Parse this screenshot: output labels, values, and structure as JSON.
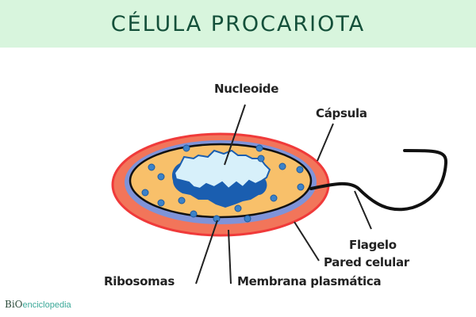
{
  "header": {
    "title": "CÉLULA PROCARIOTA",
    "background": "#d8f5dd",
    "color": "#14503a"
  },
  "diagram": {
    "labels": {
      "nucleoide": "Nucleoide",
      "capsula": "Cápsula",
      "flagelo": "Flagelo",
      "pared_celular": "Pared celular",
      "ribosomas": "Ribosomas",
      "membrana_plasmatica": "Membrana plasmática"
    },
    "colors": {
      "capsule_outline": "#f03a3a",
      "capsule_fill": "#f2755a",
      "cell_wall": "#7f93d8",
      "membrane": "#111111",
      "cytoplasm": "#f8c06a",
      "nucleoid_light": "#d7f0fa",
      "nucleoid_dark": "#1a5eb0",
      "ribosome": "#3c82c8"
    }
  },
  "logo": {
    "bio": "BiO",
    "text": "enciclopedia"
  }
}
